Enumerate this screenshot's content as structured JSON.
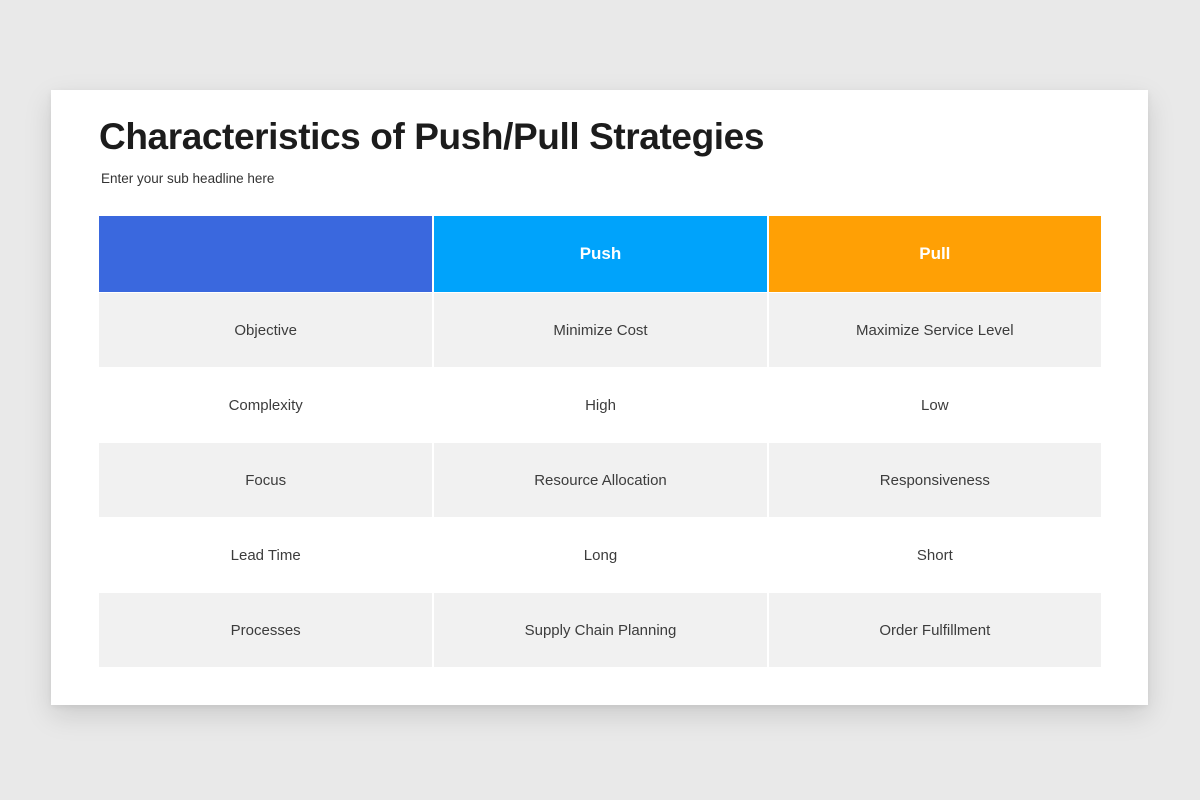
{
  "slide": {
    "title": "Characteristics of Push/Pull Strategies",
    "subtitle": "Enter your sub headline here",
    "background_color": "#e9e9e9",
    "card_color": "#ffffff"
  },
  "table": {
    "header": {
      "columns": [
        {
          "label": "",
          "color": "#3a68de"
        },
        {
          "label": "Push",
          "color": "#00a3fb"
        },
        {
          "label": "Pull",
          "color": "#ffa005"
        }
      ]
    },
    "rows": [
      {
        "shaded": true,
        "cells": [
          "Objective",
          "Minimize Cost",
          "Maximize Service Level"
        ]
      },
      {
        "shaded": false,
        "cells": [
          "Complexity",
          "High",
          "Low"
        ]
      },
      {
        "shaded": true,
        "cells": [
          "Focus",
          "Resource Allocation",
          "Responsiveness"
        ]
      },
      {
        "shaded": false,
        "cells": [
          "Lead Time",
          "Long",
          "Short"
        ]
      },
      {
        "shaded": true,
        "cells": [
          "Processes",
          "Supply Chain Planning",
          "Order Fulfillment"
        ]
      }
    ]
  }
}
